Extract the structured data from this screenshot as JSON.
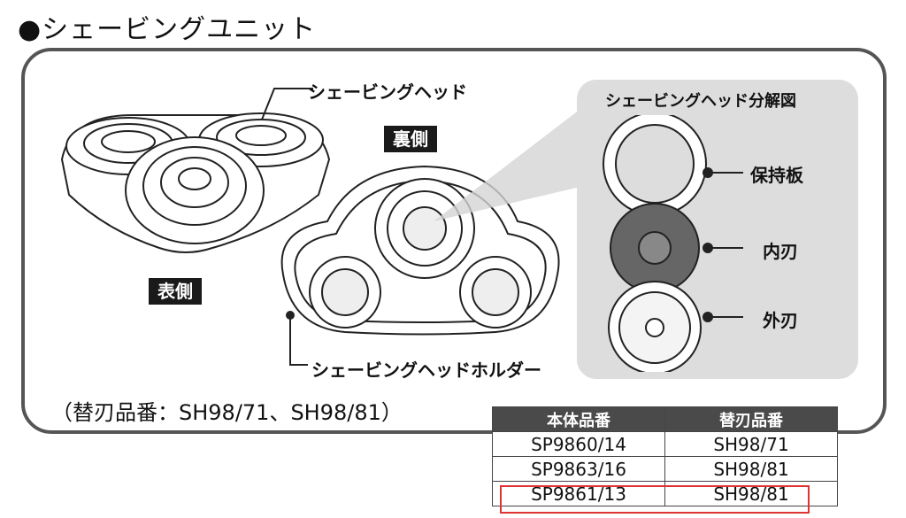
{
  "heading": "●シェービングユニット",
  "labels": {
    "shaving_head": "シェービングヘッド",
    "front": "表側",
    "back": "裏側",
    "holder": "シェービングヘッドホルダー",
    "exploded_title": "シェービングヘッド分解図",
    "retaining_plate": "保持板",
    "inner_blade": "内刃",
    "outer_blade": "外刃"
  },
  "replacement_note": "（替刃品番：SH98/71、SH98/81）",
  "table": {
    "headers": [
      "本体品番",
      "替刃品番"
    ],
    "rows": [
      [
        "SP9860/14",
        "SH98/71"
      ],
      [
        "SP9863/16",
        "SH98/81"
      ],
      [
        "SP9861/13",
        "SH98/81"
      ]
    ],
    "highlighted_row_index": 2,
    "highlight_color": "#e03333"
  },
  "colors": {
    "frame": "#555555",
    "panel": "#dddddd",
    "tag_bg": "#1a1a1a"
  }
}
